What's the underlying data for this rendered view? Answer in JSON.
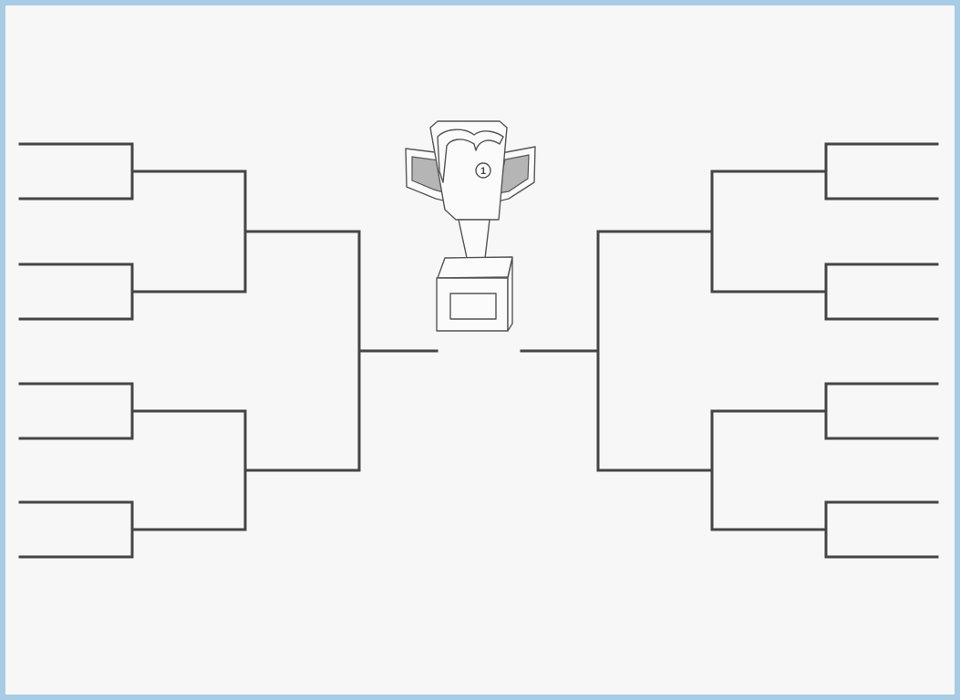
{
  "bracket": {
    "sides": [
      "left",
      "right"
    ],
    "entries_per_side": 8,
    "rounds_per_side": 3,
    "line_color": "#454545",
    "border_color": "#a8cbe6",
    "background_color": "#f7f7f7"
  },
  "trophy": {
    "icon": "trophy-icon",
    "medal_label": "1"
  }
}
